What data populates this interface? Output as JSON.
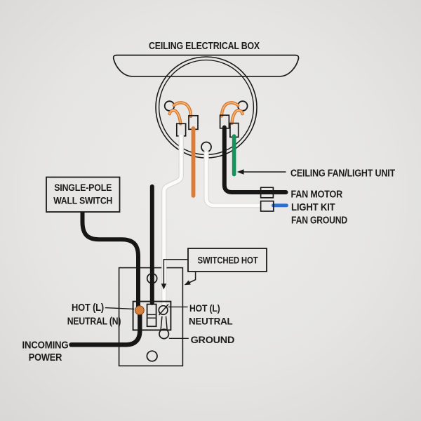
{
  "diagram": {
    "title": "CEILING ELECTRICAL BOX",
    "legend": {
      "fan_unit": "CEILING FAN/LIGHT UNIT",
      "fan_motor": "FAN MOTOR",
      "light_kit": "LIGHT KIT",
      "fan_ground": "FAN GROUND"
    },
    "wall_switch_label": {
      "line1": "SINGLE-POLE",
      "line2": "WALL SWITCH"
    },
    "switched_hot_label": "SWITCHED HOT",
    "switch_terminals": {
      "hot_left": "HOT (L)",
      "neutral_left": "NEUTRAL (N)",
      "hot_right": "HOT (L)",
      "neutral_right": "NEUTRAL",
      "ground": "GROUND"
    },
    "incoming_power": {
      "line1": "INCOMING",
      "line2": "POWER"
    },
    "colors": {
      "background": "#e6e5e3",
      "line_black": "#1a1a1a",
      "wire_black": "#161616",
      "wire_white": "#fbfbf9",
      "wire_orange": "#dd7c36",
      "wire_green": "#12945a",
      "wire_blue": "#2e6ecc",
      "connector_orange": "#e4742e",
      "connector_green": "#0e9456",
      "connector_white": "#fcfcfa",
      "terminal_orange": "#d5803c"
    }
  }
}
